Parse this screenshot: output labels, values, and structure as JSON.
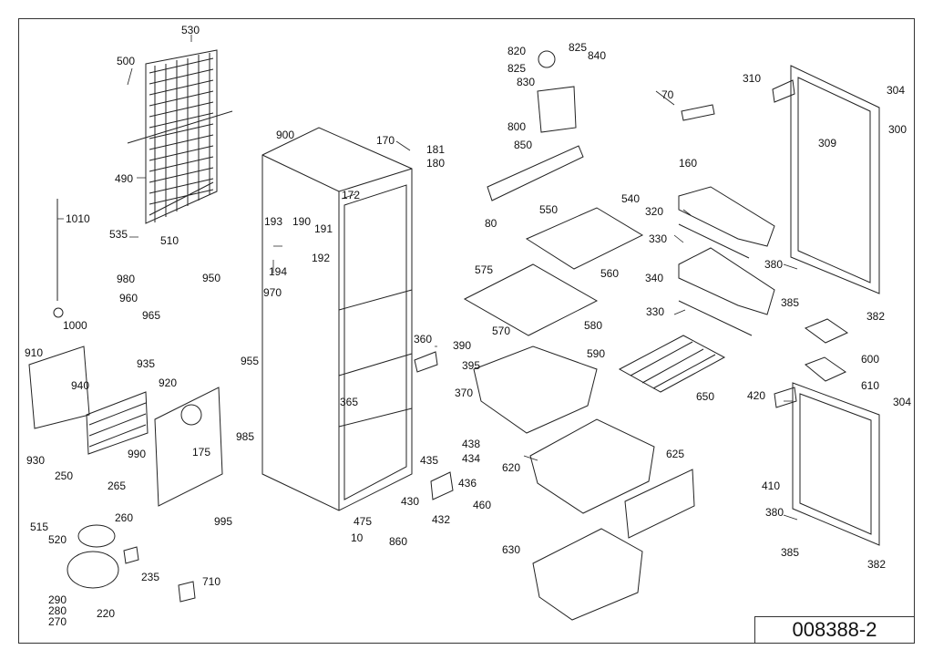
{
  "drawing_number": "008388-2",
  "part_labels": [
    "530",
    "500",
    "490",
    "535",
    "510",
    "1010",
    "980",
    "960",
    "965",
    "950",
    "970",
    "955",
    "1000",
    "910",
    "935",
    "940",
    "920",
    "930",
    "250",
    "990",
    "175",
    "985",
    "265",
    "260",
    "515",
    "520",
    "235",
    "710",
    "220",
    "290",
    "280",
    "270",
    "995",
    "900",
    "172",
    "193",
    "190",
    "191",
    "194",
    "192",
    "170",
    "181",
    "180",
    "360",
    "390",
    "395",
    "370",
    "365",
    "438",
    "435",
    "434",
    "436",
    "430",
    "460",
    "432",
    "475",
    "10",
    "860",
    "820",
    "825",
    "825",
    "840",
    "830",
    "800",
    "850",
    "80",
    "550",
    "540",
    "560",
    "575",
    "580",
    "570",
    "590",
    "620",
    "625",
    "630",
    "70",
    "160",
    "320",
    "330",
    "340",
    "330",
    "650",
    "310",
    "304",
    "300",
    "309",
    "380",
    "385",
    "382",
    "600",
    "610",
    "420",
    "304",
    "410",
    "380",
    "385",
    "382"
  ]
}
